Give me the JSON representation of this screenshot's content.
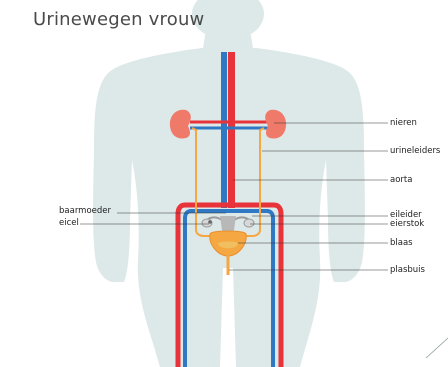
{
  "title": "Urinewegen vrouw",
  "labels": {
    "nieren": "nieren",
    "urineleiders": "urineleiders",
    "aorta": "aorta",
    "baarmoeder": "baarmoeder",
    "eicel": "eicel",
    "eileider": "eileider",
    "eierstok": "eierstok",
    "blaas": "blaas",
    "plasbuis": "plasbuis"
  },
  "colors": {
    "silhouette": "#dde8e8",
    "artery": "#e8333a",
    "vein": "#2f78c4",
    "ureter": "#f5a742",
    "kidney": "#f07a6a",
    "bladder": "#f5a742",
    "uterus": "#b8b8b8",
    "title": "#4a4a4a"
  }
}
